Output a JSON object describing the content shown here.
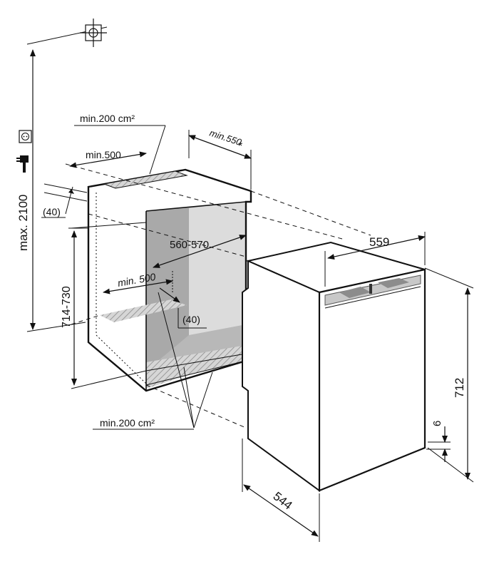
{
  "labels": {
    "top_vent_area": "min.200 cm²",
    "top_depth_min": "min.500",
    "niche_depth_min": "min.550",
    "asterisk": "*",
    "top_gap": "(40)",
    "height_max": "max. 2100",
    "niche_width": "560-570",
    "niche_height": "714-730",
    "bottom_depth_min": "min. 500",
    "bottom_gap": "(40)",
    "bottom_vent_area": "min.200 cm²",
    "appliance_width": "559",
    "appliance_height": "712",
    "appliance_offset": "6",
    "appliance_depth": "544"
  },
  "icons": {
    "crosshair": "crosshair-target-icon",
    "socket": "power-socket-icon",
    "plug": "power-plug-icon"
  }
}
